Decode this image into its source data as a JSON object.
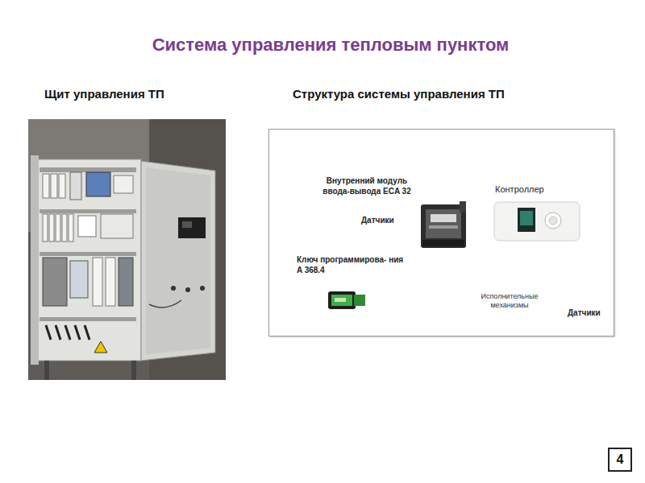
{
  "diagram": {
    "title": "Система управления тепловым пунктом",
    "nodes": [
      {
        "text": [
          "Щит управления ТП"
        ]
      },
      {
        "text": [
          "Структура системы управления ТП"
        ]
      },
      {
        "text": [
          "Внутренний модуль ввода-вывода ECA 32"
        ],
        "in": 1
      },
      {
        "text": [
          "Датчики"
        ],
        "in": 1
      },
      {
        "text": [
          "Контроллер"
        ],
        "in": 1
      },
      {
        "text": [
          "Ключ программирова- ния A 368.4"
        ],
        "in": 1
      },
      {
        "text": [
          "Исполнительные механизмы"
        ],
        "in": 1
      },
      {
        "text": [
          "Датчики"
        ],
        "in": 1
      },
      {
        "text": [
          "4"
        ]
      }
    ],
    "edges": [
      {
        "from": 3,
        "to": 2,
        "arrow": "to"
      },
      {
        "from": 2,
        "to": 4,
        "arrow": "to"
      },
      {
        "from": 2,
        "to": 6,
        "arrow": "to"
      },
      {
        "from": 4,
        "to": 6,
        "arrow": "to"
      },
      {
        "from": 7,
        "to": 4,
        "arrow": "to"
      }
    ]
  }
}
